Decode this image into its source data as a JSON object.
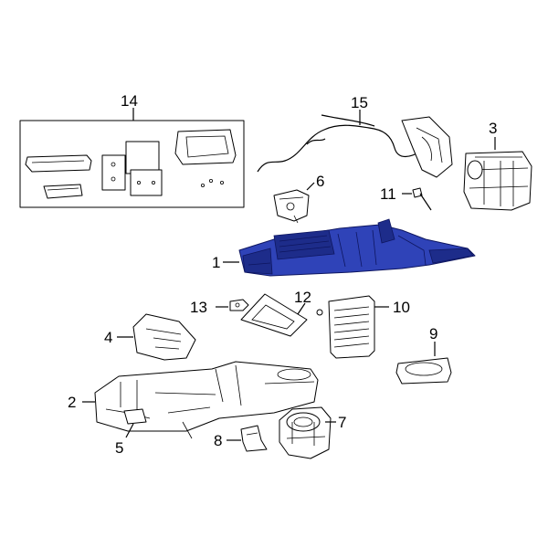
{
  "colors": {
    "highlight": "#2f43b8",
    "outline": "#000000",
    "background": "#ffffff"
  },
  "callouts": [
    {
      "id": "1",
      "label": "1"
    },
    {
      "id": "2",
      "label": "2"
    },
    {
      "id": "3",
      "label": "3"
    },
    {
      "id": "4",
      "label": "4"
    },
    {
      "id": "5",
      "label": "5"
    },
    {
      "id": "6",
      "label": "6"
    },
    {
      "id": "7",
      "label": "7"
    },
    {
      "id": "8",
      "label": "8"
    },
    {
      "id": "9",
      "label": "9"
    },
    {
      "id": "10",
      "label": "10"
    },
    {
      "id": "11",
      "label": "11"
    },
    {
      "id": "12",
      "label": "12"
    },
    {
      "id": "13",
      "label": "13"
    },
    {
      "id": "14",
      "label": "14"
    },
    {
      "id": "15",
      "label": "15"
    }
  ],
  "highlighted_part": "1"
}
